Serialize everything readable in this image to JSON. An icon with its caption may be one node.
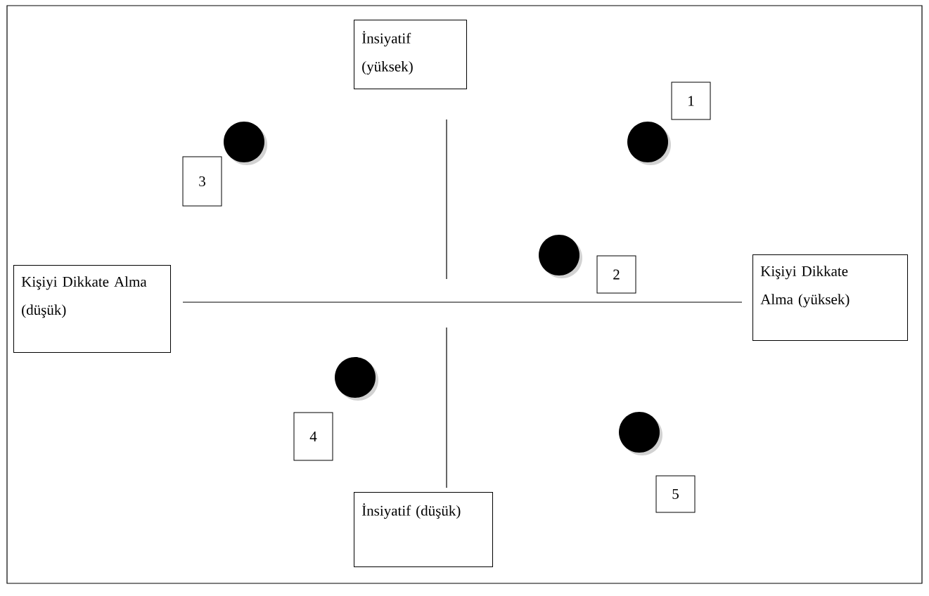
{
  "diagram": {
    "nodes": [
      {
        "text": [
          "İnsiyatif (yüksek)"
        ]
      },
      {
        "text": [
          "1"
        ]
      },
      {
        "text": [],
        "shape": "circle"
      },
      {
        "text": [],
        "shape": "circle"
      },
      {
        "text": [
          "3"
        ]
      },
      {
        "text": [],
        "shape": "circle"
      },
      {
        "text": [
          "2"
        ]
      },
      {
        "text": [
          "Kişiyi Dikkate Alma (düşük)"
        ]
      },
      {
        "text": [
          "Kişiyi Dikkate Alma (yüksek)"
        ]
      },
      {
        "text": [],
        "shape": "circle"
      },
      {
        "text": [
          "4"
        ]
      },
      {
        "text": [],
        "shape": "circle"
      },
      {
        "text": [
          "5"
        ]
      },
      {
        "text": [
          "İnsiyatif  (düşük)"
        ]
      }
    ]
  }
}
